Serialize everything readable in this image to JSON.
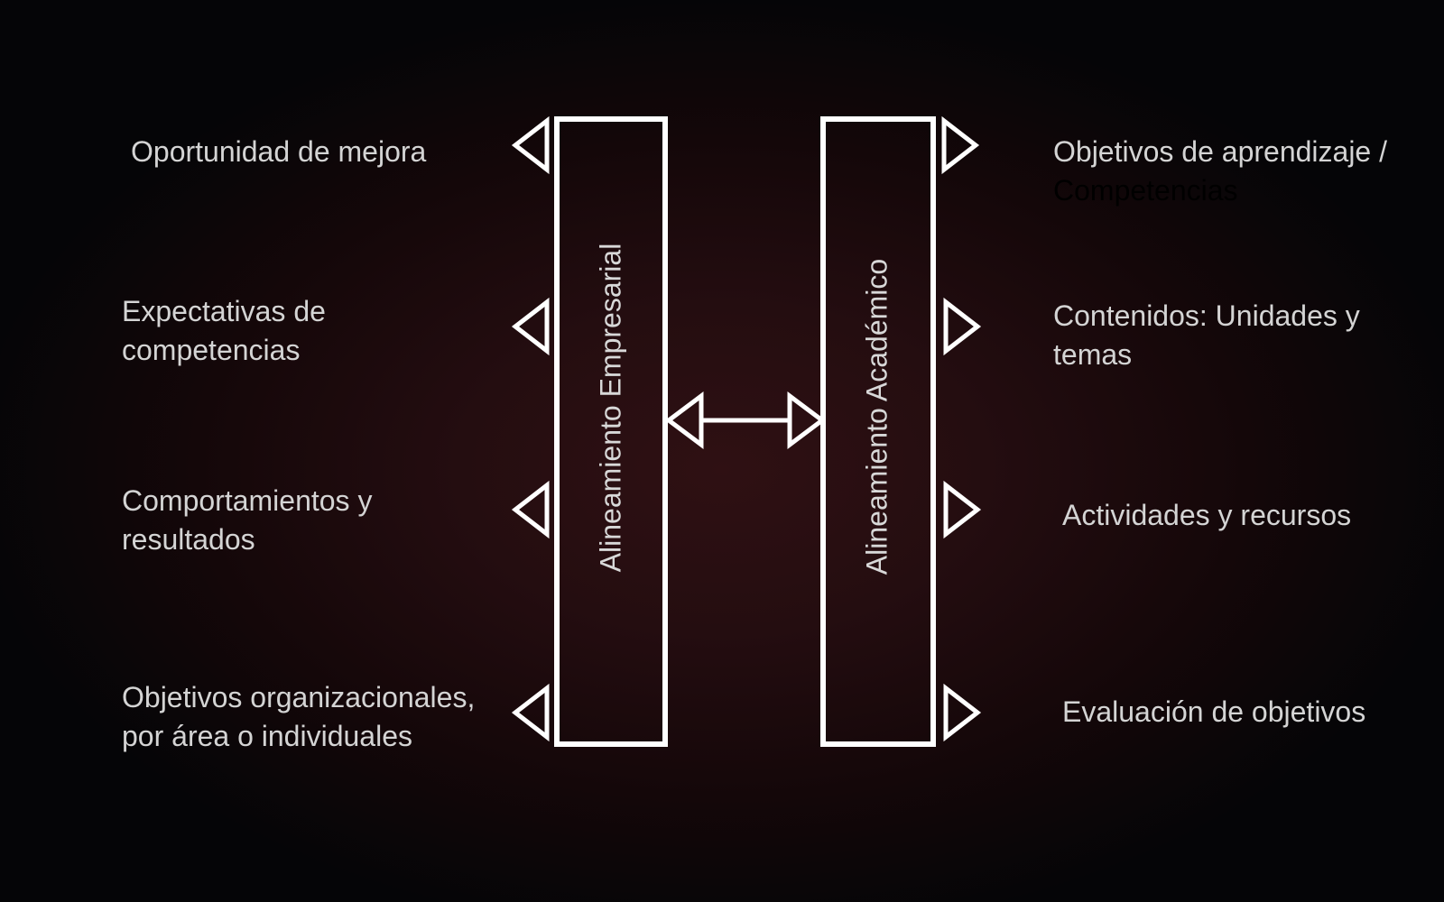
{
  "colors": {
    "background": "#050507",
    "glow": "#2f1013",
    "stroke": "#ffffff",
    "text": "#d4d4d4",
    "text_dark": "#000000"
  },
  "columns": {
    "left": {
      "title": "Alineamiento Empresarial"
    },
    "right": {
      "title": "Alineamiento Académico"
    }
  },
  "left_items": [
    {
      "lines": [
        "Oportunidad de mejora"
      ]
    },
    {
      "lines": [
        "Expectativas de",
        "competencias"
      ]
    },
    {
      "lines": [
        "Comportamientos y",
        "resultados"
      ]
    },
    {
      "lines": [
        "Objetivos organizacionales,",
        "por área o individuales"
      ]
    }
  ],
  "right_items": [
    {
      "lines": [
        "Objetivos de aprendizaje /",
        "Competencias"
      ]
    },
    {
      "lines": [
        "Contenidos: Unidades y",
        "temas"
      ]
    },
    {
      "lines": [
        "Actividades y recursos"
      ]
    },
    {
      "lines": [
        "Evaluación de objetivos"
      ]
    }
  ],
  "connector": {
    "type": "double-arrow"
  }
}
